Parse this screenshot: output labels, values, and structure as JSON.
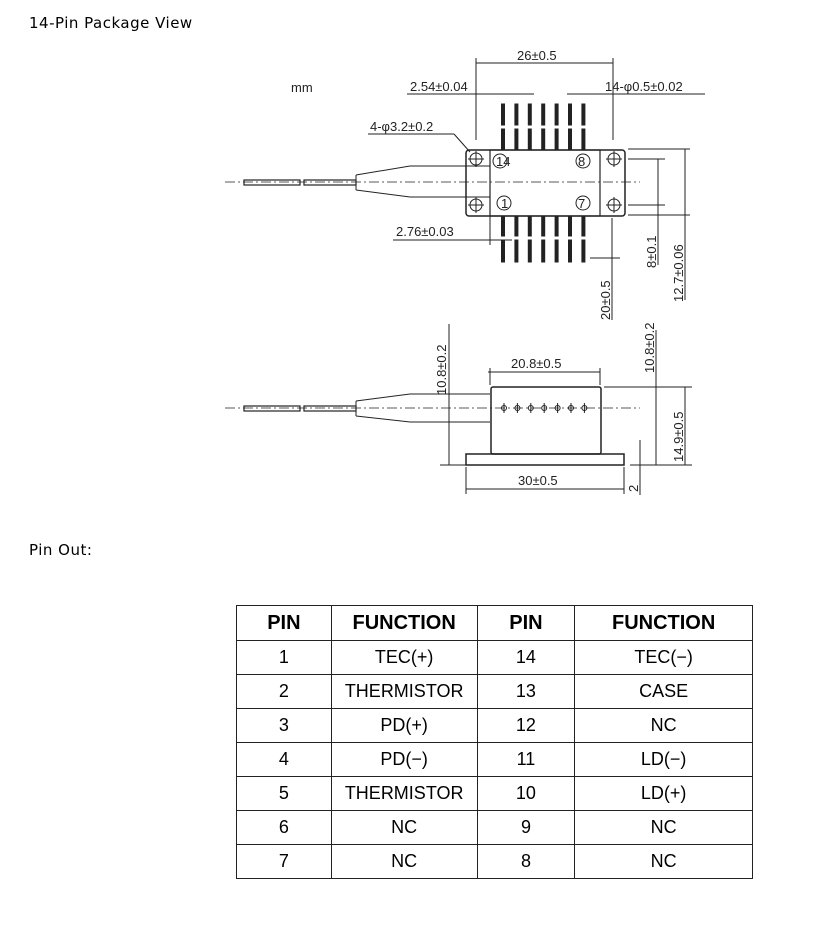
{
  "headings": {
    "package_view": "14-Pin Package View",
    "pin_out": "Pin Out:"
  },
  "drawing": {
    "unit": "mm",
    "top_view": {
      "width_pins": "26±0.5",
      "pin_pitch": "2.54±0.04",
      "pin_diameter": "14-φ0.5±0.02",
      "hole": "4-φ3.2±0.2",
      "pin_offset": "2.76±0.03",
      "pin_length": "20±0.5",
      "hole_spacing": "8±0.1",
      "body_width": "12.7±0.06",
      "pin_labels": [
        "14",
        "8",
        "1",
        "7"
      ]
    },
    "side_view": {
      "fiber_height": "10.8±0.2",
      "body_length": "20.8±0.5",
      "body_height": "10.8±0.2",
      "total_height": "14.9±0.5",
      "base_length": "30±0.5",
      "base_thickness": "2"
    }
  },
  "table": {
    "headers": [
      "PIN",
      "FUNCTION",
      "PIN",
      "FUNCTION"
    ],
    "rows": [
      [
        "1",
        "TEC(+)",
        "14",
        "TEC(−)"
      ],
      [
        "2",
        "THERMISTOR",
        "13",
        "CASE"
      ],
      [
        "3",
        "PD(+)",
        "12",
        "NC"
      ],
      [
        "4",
        "PD(−)",
        "11",
        "LD(−)"
      ],
      [
        "5",
        "THERMISTOR",
        "10",
        "LD(+)"
      ],
      [
        "6",
        "NC",
        "9",
        "NC"
      ],
      [
        "7",
        "NC",
        "8",
        "NC"
      ]
    ]
  }
}
